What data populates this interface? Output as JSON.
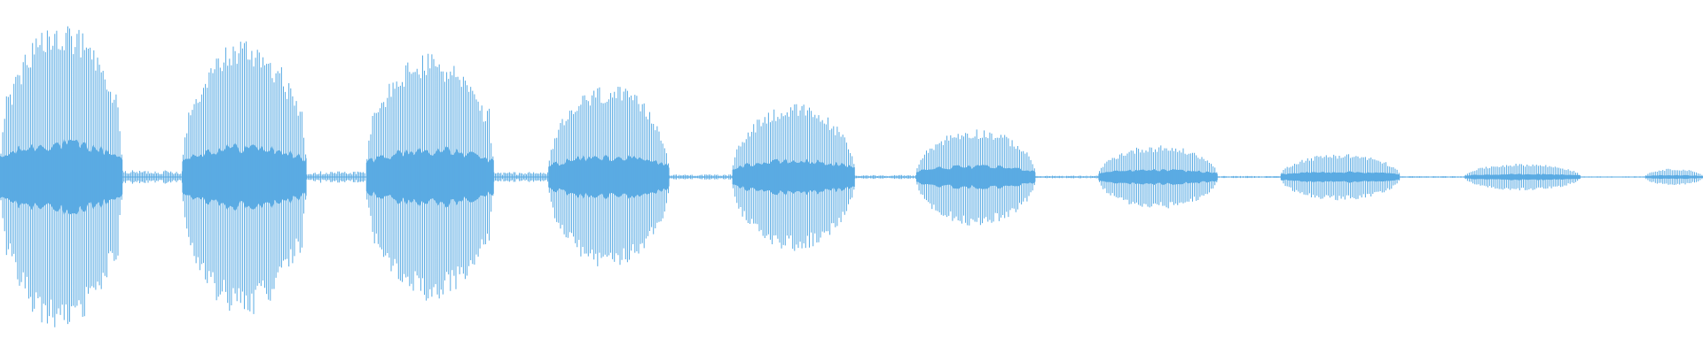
{
  "colors": {
    "background": "#ffffff",
    "waveform": "#5aabe3"
  },
  "chart_data": {
    "type": "area",
    "title": "",
    "xlabel": "",
    "ylabel": "",
    "grid": false,
    "legend": "none",
    "ylim": [
      -1,
      1
    ],
    "xlim": [
      0,
      10
    ],
    "bursts": [
      {
        "start": 0.0,
        "end": 0.72,
        "peak": 0.92,
        "gap_level": 0.04
      },
      {
        "start": 1.07,
        "end": 1.8,
        "peak": 0.83,
        "gap_level": 0.035
      },
      {
        "start": 2.15,
        "end": 2.9,
        "peak": 0.74,
        "gap_level": 0.03
      },
      {
        "start": 3.22,
        "end": 3.93,
        "peak": 0.55,
        "gap_level": 0.015
      },
      {
        "start": 4.3,
        "end": 5.02,
        "peak": 0.44,
        "gap_level": 0.012
      },
      {
        "start": 5.38,
        "end": 6.08,
        "peak": 0.29,
        "gap_level": 0.008
      },
      {
        "start": 6.45,
        "end": 7.15,
        "peak": 0.19,
        "gap_level": 0.006
      },
      {
        "start": 7.52,
        "end": 8.22,
        "peak": 0.14,
        "gap_level": 0.005
      },
      {
        "start": 8.6,
        "end": 9.28,
        "peak": 0.08,
        "gap_level": 0.004
      },
      {
        "start": 9.66,
        "end": 10.0,
        "peak": 0.05,
        "gap_level": 0.003
      }
    ]
  }
}
